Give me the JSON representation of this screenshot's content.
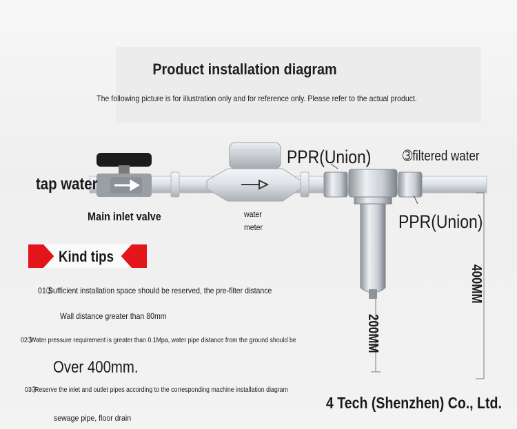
{
  "header": {
    "title": "Product installation diagram",
    "subtitle": "The following picture is for illustration only and for reference only. Please refer to the actual product."
  },
  "diagram": {
    "tap_water": "tap water",
    "main_inlet_valve": "Main inlet valve",
    "water_meter_line1": "water",
    "water_meter_line2": "meter",
    "ppr_union_top": "PPR(Union)",
    "ppr_union_right": "PPR(Union)",
    "filtered_water": "➂filtered water",
    "dim_400": "400MM",
    "dim_200": "200MM"
  },
  "tips": {
    "heading": "Kind tips",
    "items": [
      {
        "num": "01➂",
        "text": "Sufficient installation space should be reserved, the pre-filter distance",
        "detail": "Wall distance greater than 80mm"
      },
      {
        "num": "02➂",
        "text": "Water pressure requirement is greater than 0.1Mpa, water pipe distance from the ground should be",
        "detail": "Over 400mm."
      },
      {
        "num": "03➂",
        "text": "Reserve the inlet and outlet pipes according to the corresponding machine installation diagram",
        "detail": "sewage pipe, floor drain"
      }
    ]
  },
  "footer": {
    "company": "4 Tech (Shenzhen) Co., Ltd."
  },
  "colors": {
    "accent_red": "#e3141a",
    "pipe": "#dcdfe3",
    "steel": "#c7ccd2"
  }
}
